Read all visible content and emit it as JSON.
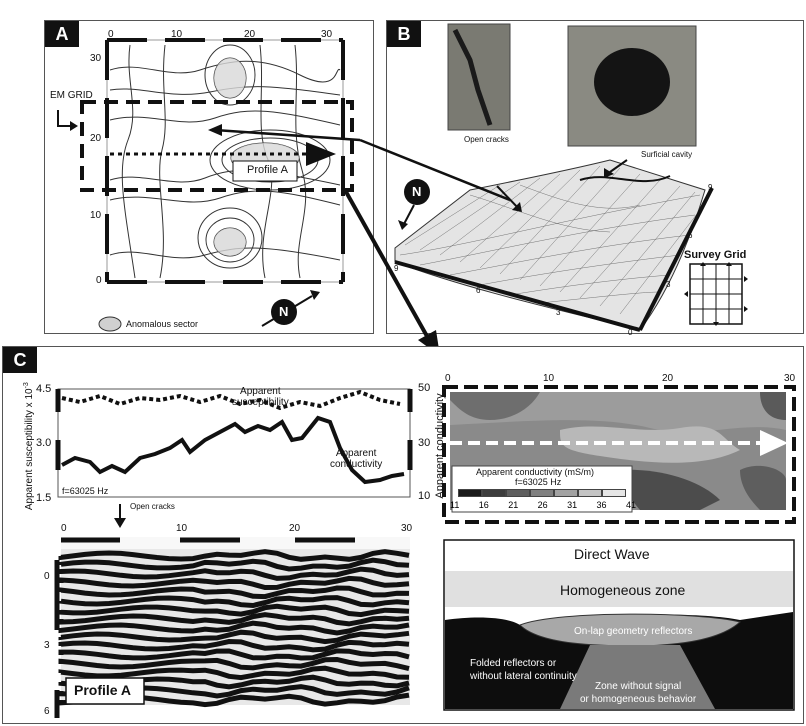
{
  "panel_a": {
    "tag": "A",
    "x_ticks": [
      "0",
      "10",
      "20",
      "30"
    ],
    "y_ticks": [
      "30",
      "20",
      "10",
      "0"
    ],
    "em_grid_label": "EM GRID",
    "profile_label": "Profile A",
    "north_label": "N",
    "legend_label": "Anomalous sector"
  },
  "panel_b": {
    "tag": "B",
    "photo1_caption": "Open cracks",
    "photo2_caption": "Surficial cavity",
    "north_label": "N",
    "axis_ticks_right": [
      "9",
      "6",
      "3",
      "0"
    ],
    "axis_ticks_bottom": [
      "9",
      "6",
      "3"
    ],
    "survey_grid_label": "Survey  Grid"
  },
  "panel_c": {
    "tag": "C",
    "line_chart": {
      "ylabel_left": "Apparent susceptibility x 10",
      "ylabel_left_exp": "-3",
      "ylabel_right": "Apparent conductivity",
      "left_ticks": [
        "4.5",
        "3.0",
        "1.5"
      ],
      "right_ticks": [
        "50",
        "30",
        "10"
      ],
      "susceptibility_label": "Apparent\nsusceptibility",
      "conductivity_label": "Apparent\nconductivity",
      "frequency": "f=63025 Hz",
      "open_cracks": "Open cracks"
    },
    "map": {
      "x_ticks": [
        "0",
        "10",
        "20",
        "30"
      ],
      "legend_title": "Apparent conductivity (mS/m)",
      "legend_freq": "f=63025 Hz",
      "legend_values": [
        "11",
        "16",
        "21",
        "26",
        "31",
        "36",
        "41"
      ]
    },
    "gpr": {
      "x_ticks": [
        "0",
        "10",
        "20",
        "30"
      ],
      "y_ticks": [
        "0",
        "3",
        "6"
      ],
      "profile_label": "Profile A"
    },
    "interpretation": {
      "direct_wave": "Direct Wave",
      "homogeneous_zone": "Homogeneous zone",
      "onlap": "On-lap geometry reflectors",
      "folded": "Folded reflectors or\nwithout lateral continuity",
      "no_signal": "Zone without signal\nor homogeneous behavior"
    }
  },
  "colors": {
    "dark": "#111111",
    "legend_ramp": [
      "#1a1a1a",
      "#3c3c3c",
      "#5e5e5e",
      "#808080",
      "#a2a2a2",
      "#c4c4c4",
      "#e6e6e6"
    ]
  }
}
